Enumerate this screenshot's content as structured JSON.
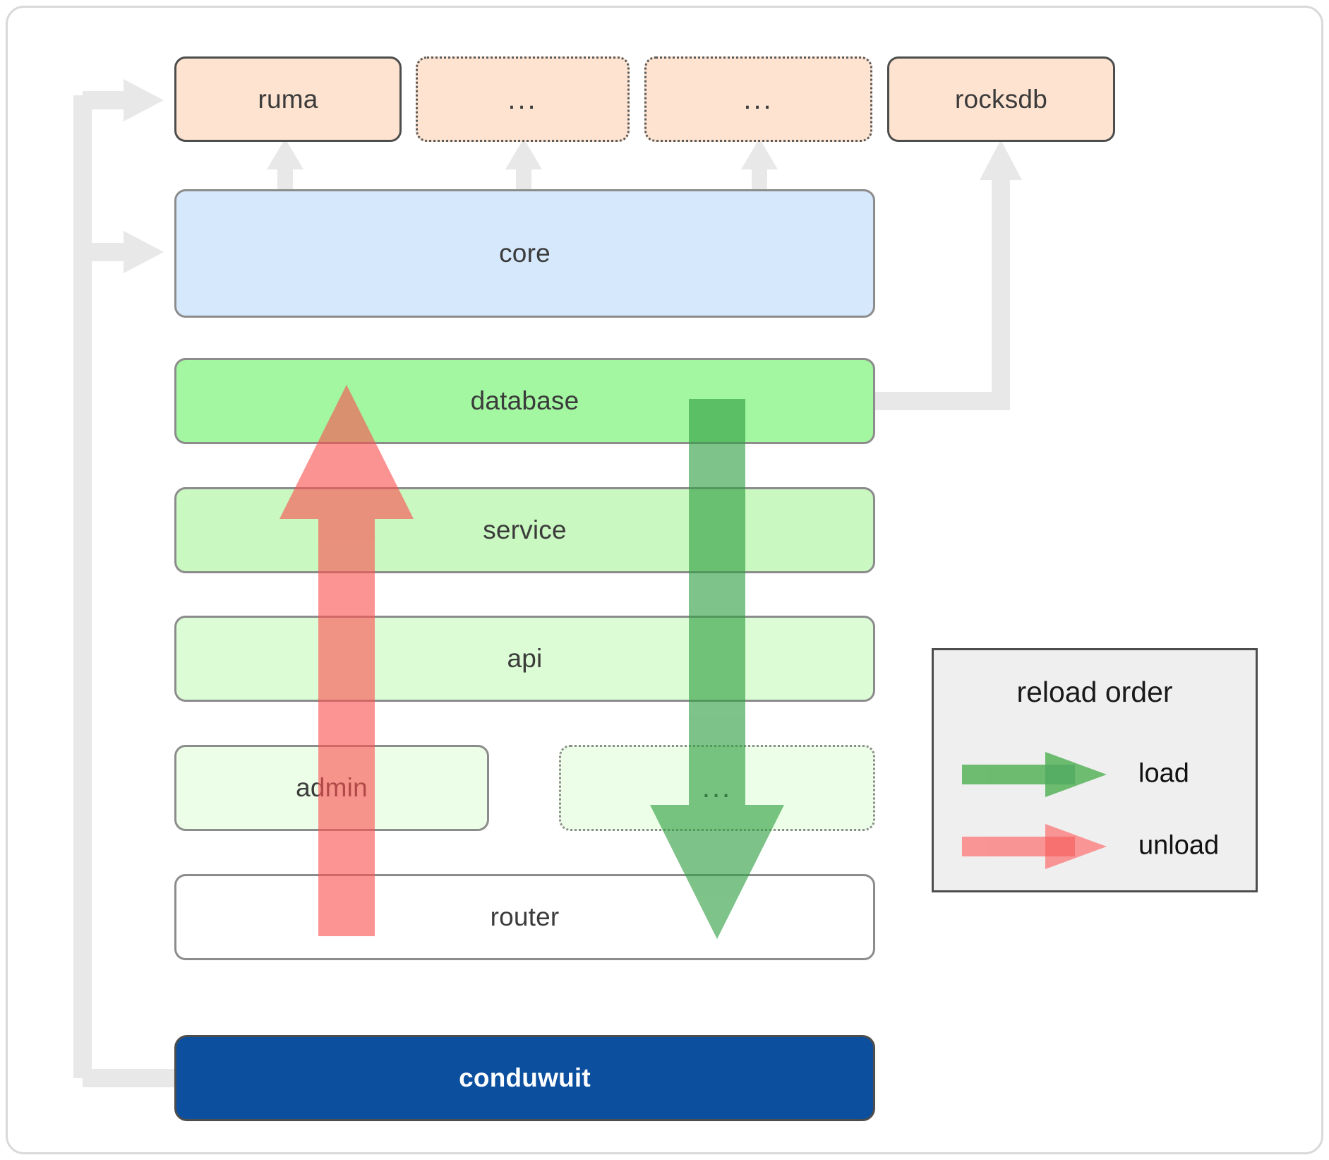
{
  "diagram": {
    "title": "conduwuit module architecture / reload order",
    "colors": {
      "frame_border": "#d9d9d9",
      "peach": "#fde3d0",
      "blue": "#d6e8fb",
      "green_database": "#a2f7a0",
      "green_service": "#c9f8c1",
      "green_api": "#dcfcd5",
      "green_admin": "#ecfee7",
      "white": "#ffffff",
      "navy": "#0b4f9e",
      "connector_gray": "#e8e8e8",
      "load_green": "#4caf50",
      "unload_red": "#fb7e7e",
      "legend_bg": "#efefef"
    }
  },
  "top_row": [
    {
      "label": "ruma",
      "style": "solid",
      "name": "node-ruma"
    },
    {
      "label": "...",
      "style": "dotted",
      "name": "node-top-ellipsis-1"
    },
    {
      "label": "...",
      "style": "dotted",
      "name": "node-top-ellipsis-2"
    },
    {
      "label": "rocksdb",
      "style": "solid",
      "name": "node-rocksdb"
    }
  ],
  "layers": [
    {
      "label": "core",
      "name": "node-core"
    },
    {
      "label": "database",
      "name": "node-database"
    },
    {
      "label": "service",
      "name": "node-service"
    },
    {
      "label": "api",
      "name": "node-api"
    },
    {
      "label": "admin",
      "name": "node-admin"
    },
    {
      "label": "...",
      "name": "node-admin-ellipsis"
    },
    {
      "label": "router",
      "name": "node-router"
    }
  ],
  "app": {
    "label": "conduwuit"
  },
  "legend": {
    "title": "reload order",
    "items": [
      {
        "label": "load",
        "color": "#4caf50",
        "direction": "right"
      },
      {
        "label": "unload",
        "color": "#fb7e7e",
        "direction": "right"
      }
    ]
  },
  "big_arrows": [
    {
      "name": "unload-arrow",
      "label": "unload",
      "color": "#fb7e7e",
      "direction": "up"
    },
    {
      "name": "load-arrow",
      "label": "load",
      "color": "#4caf50",
      "direction": "down"
    }
  ]
}
